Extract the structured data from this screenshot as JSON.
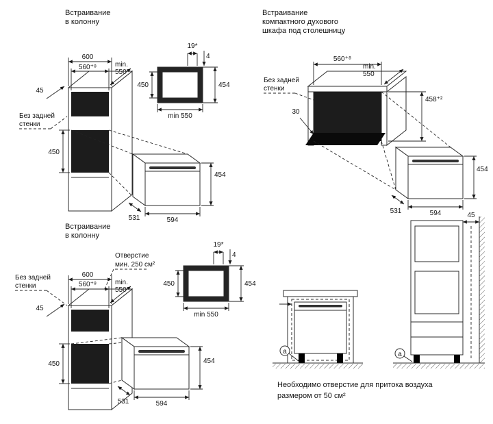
{
  "colors": {
    "line": "#2b2b2b",
    "dark_fill": "#1c1c1c",
    "background": "#ffffff"
  },
  "panel_column_top": {
    "title1": "Встраивание",
    "title2": "в колонну",
    "dim600": "600",
    "dim560": "560⁺⁸",
    "dim_min": "min.",
    "dim_550": "550",
    "dim45": "45",
    "dim450": "450",
    "no_back1": "Без задней",
    "no_back2": "стенки",
    "niche": {
      "dim19": "19*",
      "dim4": "4",
      "dim450": "450",
      "dim454": "454",
      "dim_min550": "min 550"
    },
    "oven": {
      "dim454": "454",
      "dim594": "594",
      "dim531": "531"
    }
  },
  "panel_undercounter": {
    "title1": "Встраивание",
    "title2": "компактного духового",
    "title3": "шкафа под столешницу",
    "dim560": "560⁺⁸",
    "dim_min": "min.",
    "dim_550": "550",
    "dim458": "458⁺²",
    "dim30": "30",
    "no_back1": "Без задней",
    "no_back2": "стенки",
    "oven": {
      "dim454": "454",
      "dim594": "594",
      "dim531": "531"
    }
  },
  "panel_column_bottom": {
    "title1": "Встраивание",
    "title2": "в колонну",
    "vent1": "Отверстие",
    "vent2": "мин. 250 см²",
    "dim600": "600",
    "dim560": "560⁺⁸",
    "dim_min": "min.",
    "dim_550": "550",
    "dim45": "45",
    "dim450": "450",
    "no_back1": "Без задней",
    "no_back2": "стенки",
    "niche": {
      "dim19": "19*",
      "dim4": "4",
      "dim450": "450",
      "dim454": "454",
      "dim_min550": "min 550"
    },
    "oven": {
      "dim454": "454",
      "dim594": "594",
      "dim531": "531"
    }
  },
  "panel_ventilation": {
    "dim45": "45",
    "marker_a_left": "a",
    "marker_a_right": "a",
    "caption1": "Необходимо отверстие для притока воздуха",
    "caption2": "размером от 50 см²"
  }
}
